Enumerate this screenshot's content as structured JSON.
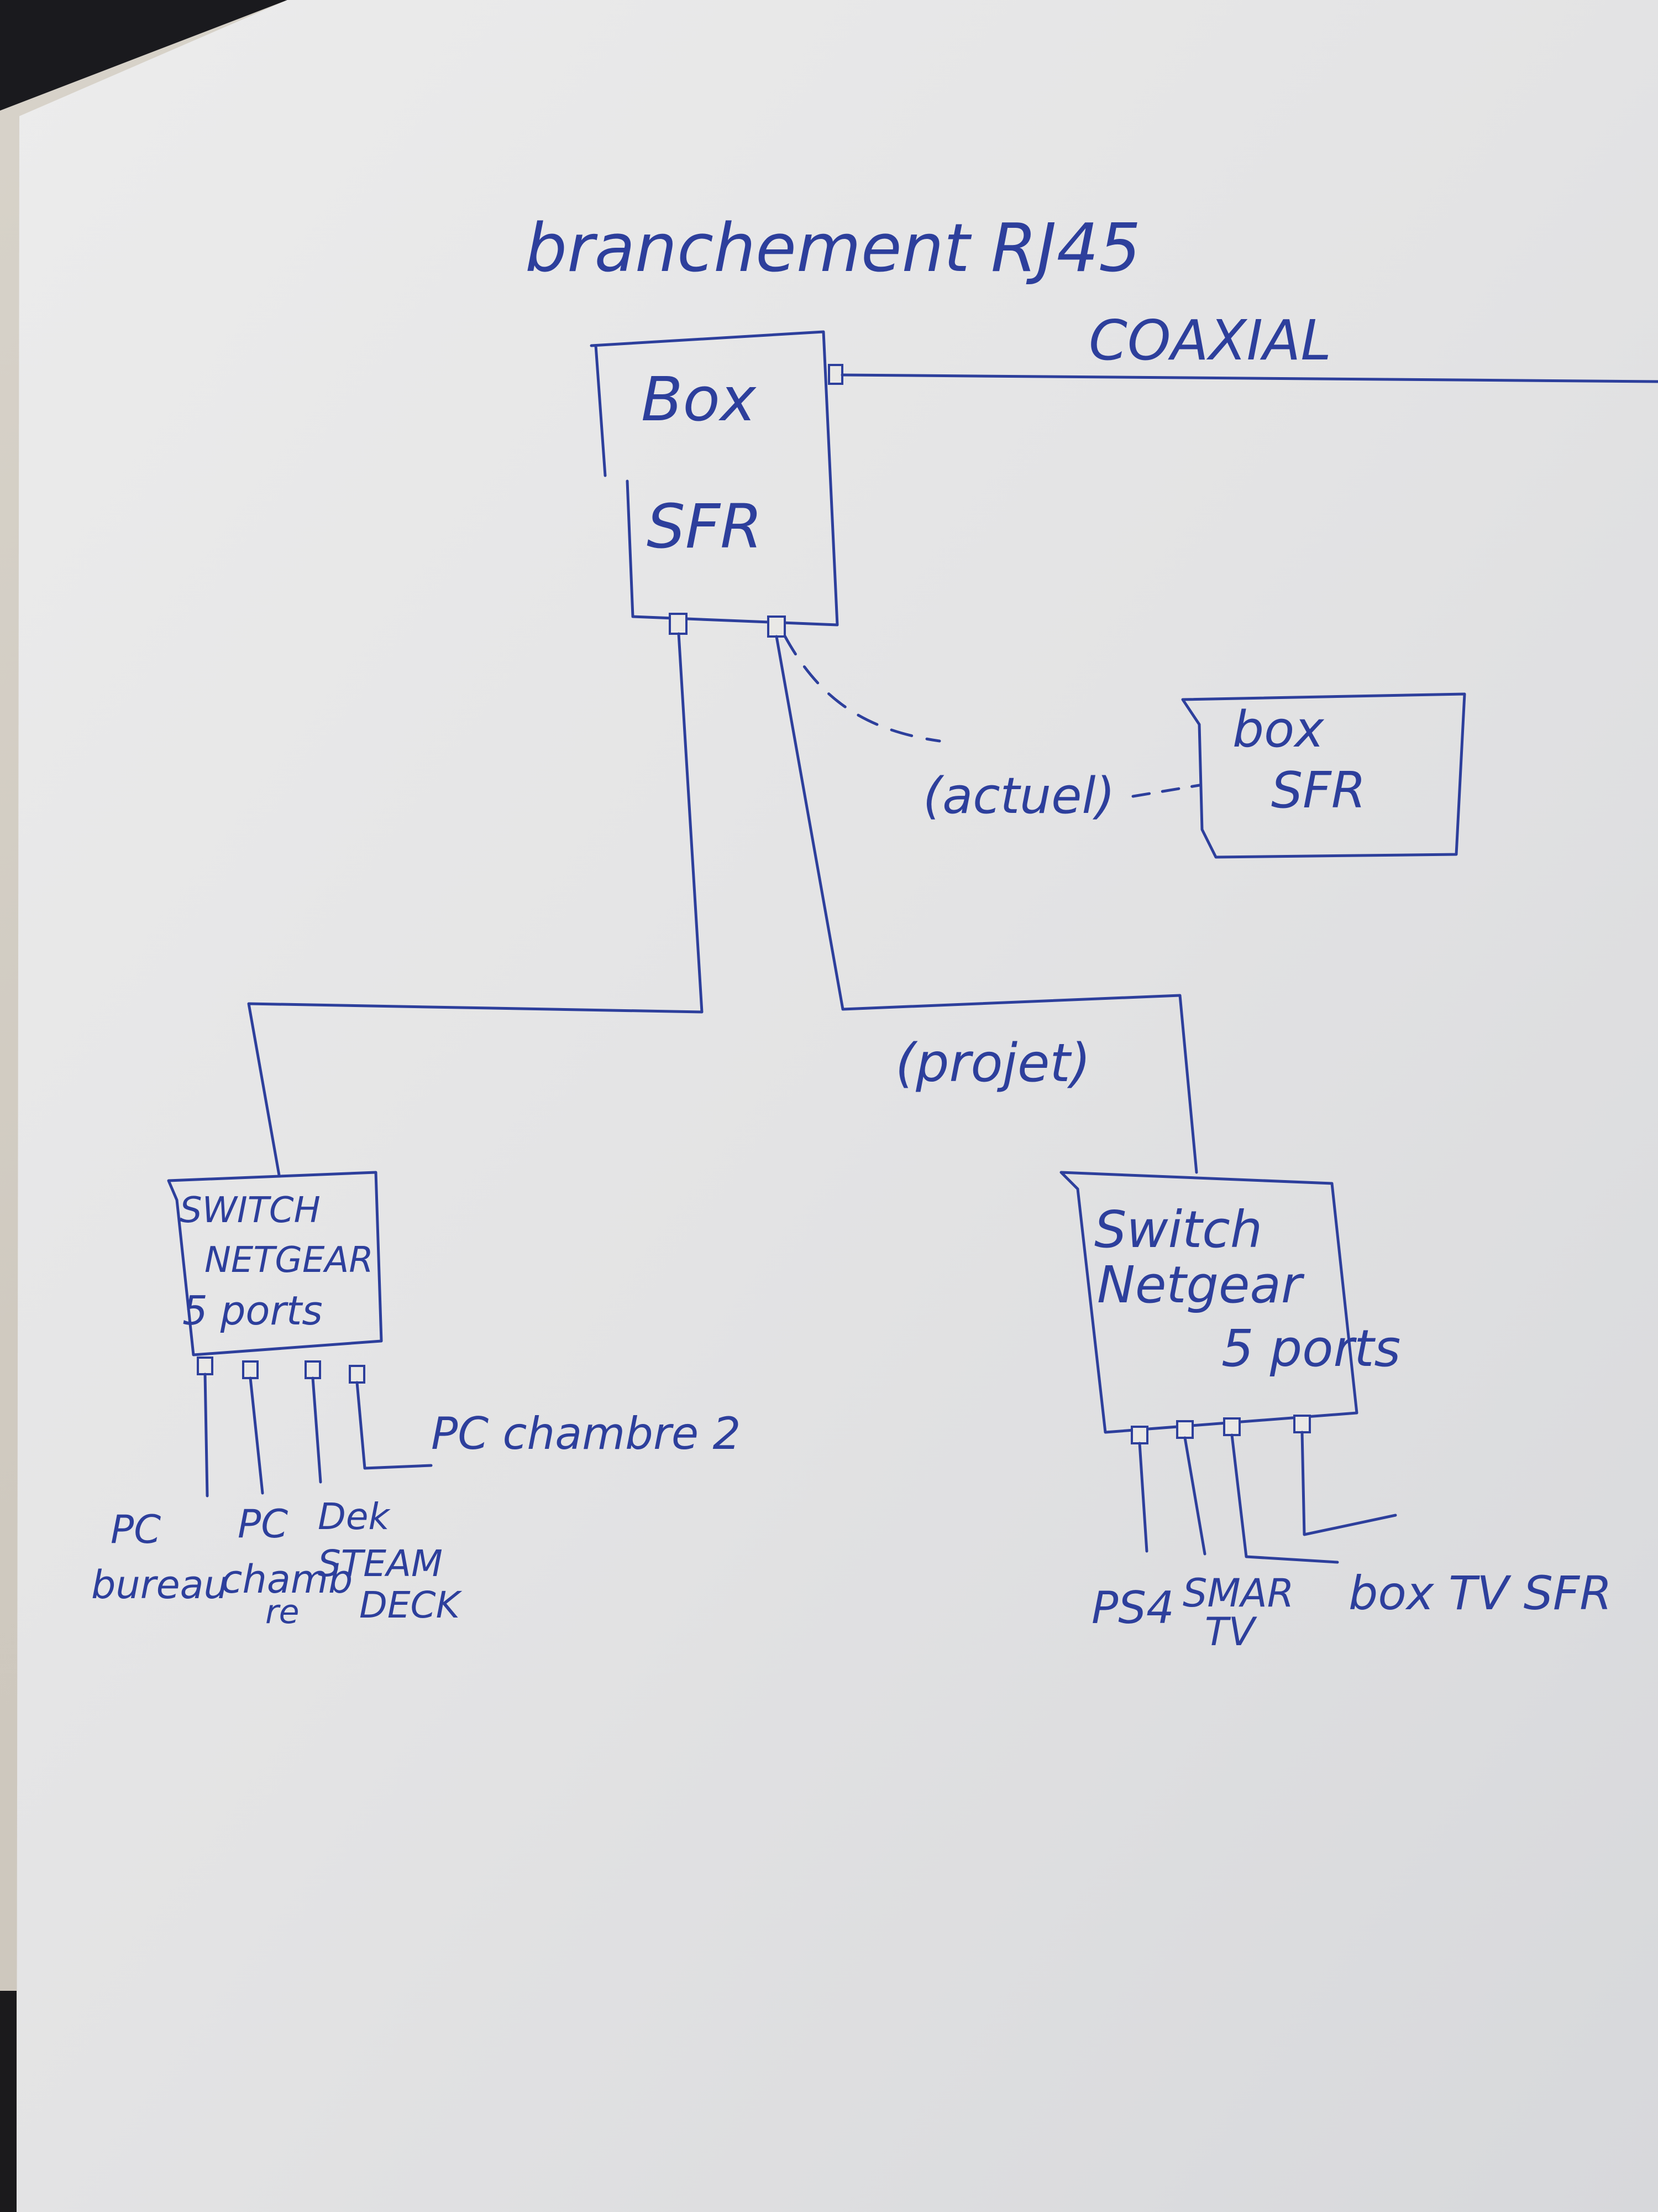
{
  "title": "branchement RJ45",
  "coax_label": "COAXIAL",
  "main_box": {
    "line1": "Box",
    "line2": "SFR"
  },
  "side_box": {
    "line1": "box",
    "line2": "SFR"
  },
  "actuel_label": "(actuel)",
  "projet_label": "(projet)",
  "left_switch": {
    "line1": "SWITCH",
    "line2": "NETGEAR",
    "line3": "5 ports"
  },
  "right_switch": {
    "line1": "Switch",
    "line2": "Netgear",
    "line3": "5 ports"
  },
  "left_devices": {
    "pc_bureau": [
      "PC",
      "bureau"
    ],
    "pc_chambre": [
      "PC",
      "chamb",
      "re"
    ],
    "steam_deck": [
      "Dek",
      "STEAM",
      "DECK"
    ],
    "pc_chambre2": "PC chambre 2"
  },
  "right_devices": {
    "ps4": "PS4",
    "smart_tv": [
      "SMAR",
      "TV"
    ],
    "box_tv": "box TV SFR"
  },
  "colors": {
    "ink": "#2d3f9c",
    "paper": "#e6e6e6",
    "background": "#cfc9bf"
  }
}
